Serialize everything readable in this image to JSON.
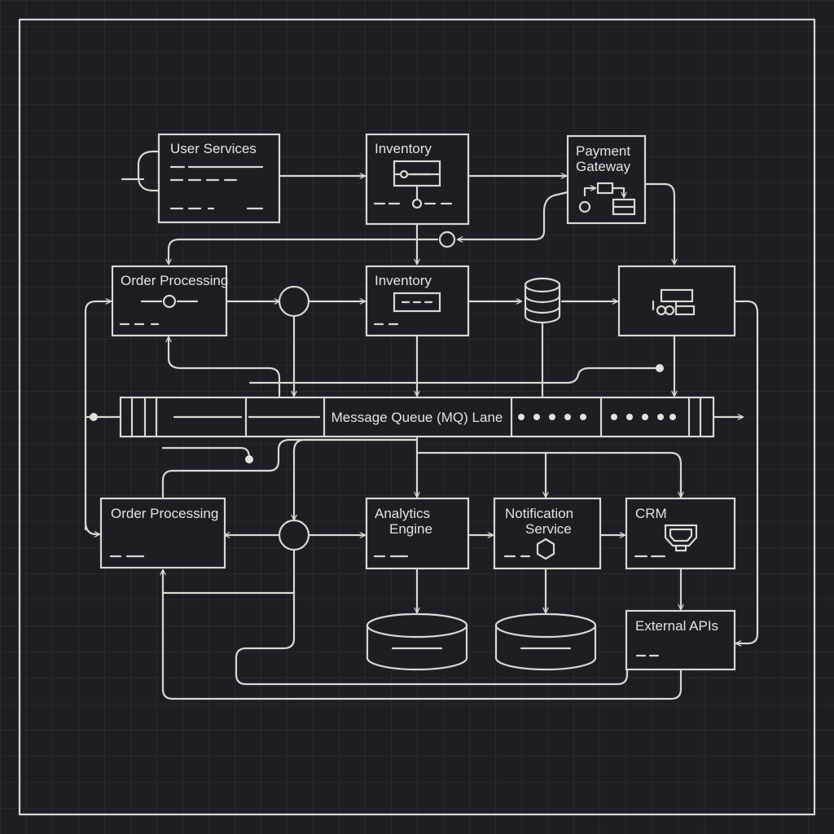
{
  "diagram": {
    "nodes": {
      "user_services": "User Services",
      "inventory_top": "Inventory",
      "payment_gateway": [
        "Payment",
        "Gateway"
      ],
      "order_processing_top": "Order Processing",
      "inventory_mid": "Inventory",
      "order_processing_bottom": "Order Processing",
      "analytics_engine": [
        "Analytics",
        "Engine"
      ],
      "notification_service": [
        "Notification",
        "Service"
      ],
      "crm": "CRM",
      "external_apis": "External APIs"
    },
    "message_queue_lane": "Message Queue (MQ) Lane"
  },
  "colors": {
    "background": "#1c1e23",
    "line": "#d8d8d2",
    "text": "#e4e4de"
  }
}
